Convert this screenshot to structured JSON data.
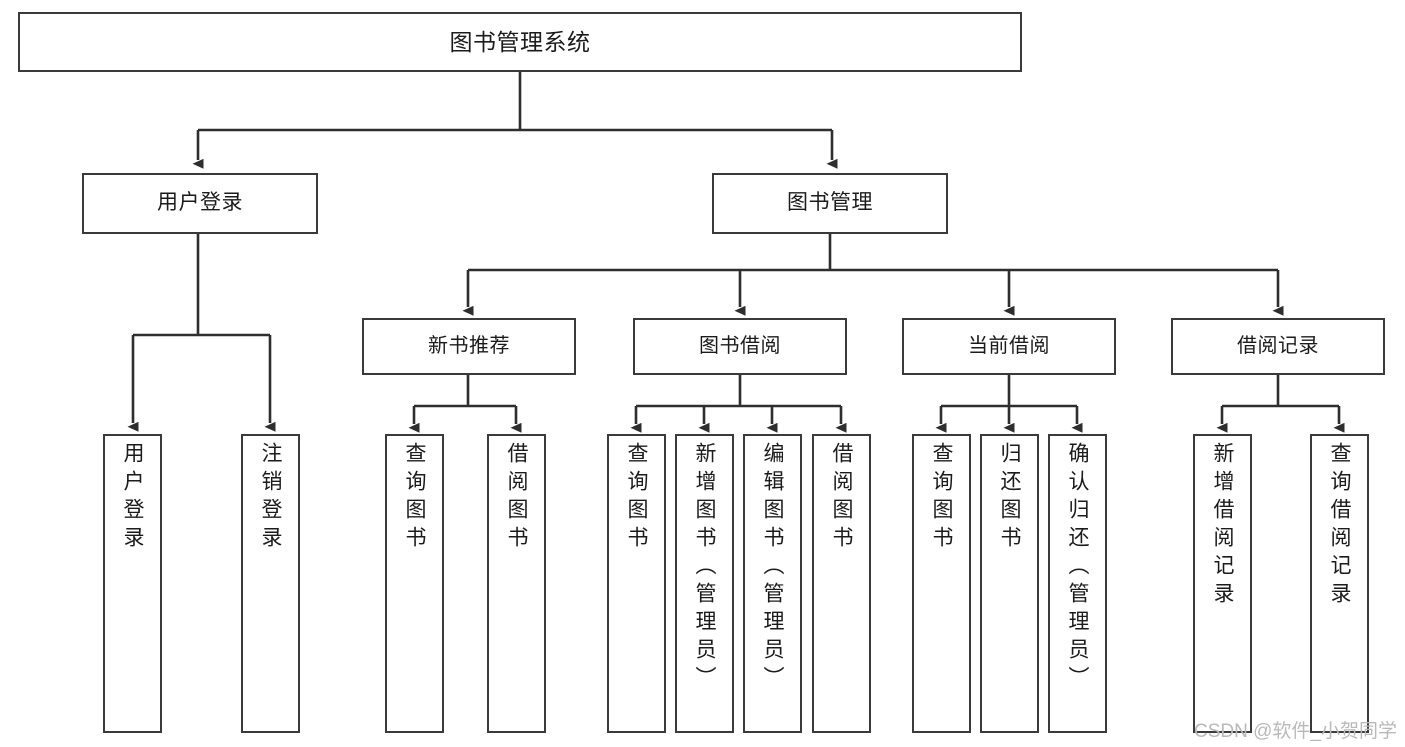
{
  "diagram": {
    "title": "图书管理系统",
    "type": "tree-hierarchy",
    "root": {
      "label": "图书管理系统"
    },
    "level1": [
      {
        "label": "用户登录"
      },
      {
        "label": "图书管理"
      }
    ],
    "level2": [
      {
        "label": "新书推荐"
      },
      {
        "label": "图书借阅"
      },
      {
        "label": "当前借阅"
      },
      {
        "label": "借阅记录"
      }
    ],
    "leaves": {
      "user_login": [
        {
          "label": "用户登录"
        },
        {
          "label": "注销登录"
        }
      ],
      "new_book_recommend": [
        {
          "label": "查询图书"
        },
        {
          "label": "借阅图书"
        }
      ],
      "book_borrow": [
        {
          "label": "查询图书"
        },
        {
          "label": "新增图书（管理员）"
        },
        {
          "label": "编辑图书（管理员）"
        },
        {
          "label": "借阅图书"
        }
      ],
      "current_borrow": [
        {
          "label": "查询图书"
        },
        {
          "label": "归还图书"
        },
        {
          "label": "确认归还（管理员）"
        }
      ],
      "borrow_record": [
        {
          "label": "新增借阅记录"
        },
        {
          "label": "查询借阅记录"
        }
      ]
    }
  },
  "watermark": {
    "text": "CSDN @软件_小贺同学"
  },
  "colors": {
    "box_border": "#3a3a3a",
    "box_fill": "#ffffff",
    "connector": "#2e2e2e",
    "text": "#1b1b1b",
    "watermark": "#b9b9b9",
    "background": "#ffffff"
  }
}
